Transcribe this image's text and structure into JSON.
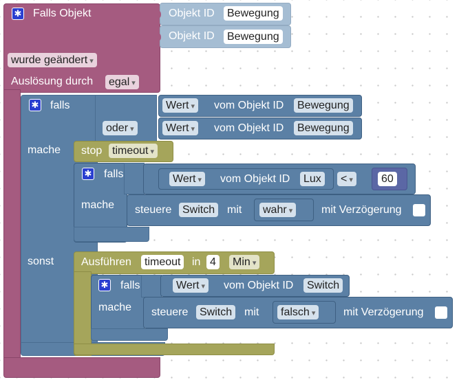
{
  "trigger": {
    "label": "Falls Objekt",
    "object_label_1": "Objekt ID",
    "object_value_1": "Bewegung",
    "object_label_2": "Objekt ID",
    "object_value_2": "Bewegung",
    "change_mode": "wurde geändert",
    "trigger_label": "Auslösung durch",
    "trigger_value": "egal"
  },
  "if1": {
    "label": "falls",
    "cond1_prop": "Wert",
    "cond1_text": "vom Objekt ID",
    "cond1_obj": "Bewegung",
    "or_op": "oder",
    "cond2_prop": "Wert",
    "cond2_text": "vom Objekt ID",
    "cond2_obj": "Bewegung",
    "do_label": "mache",
    "else_label": "sonst"
  },
  "stop": {
    "label": "stop",
    "timeout": "timeout"
  },
  "if2": {
    "label": "falls",
    "prop": "Wert",
    "text": "vom Objekt ID",
    "obj": "Lux",
    "op": "<",
    "value": "60",
    "do_label": "mache",
    "set_label": "steuere",
    "set_obj": "Switch",
    "with_label": "mit",
    "set_value": "wahr",
    "delay_label": "mit Verzögerung"
  },
  "timer": {
    "label": "Ausführen",
    "timeout": "timeout",
    "in_label": "in",
    "amount": "4",
    "unit": "Min"
  },
  "if3": {
    "label": "falls",
    "prop": "Wert",
    "text": "vom Objekt ID",
    "obj": "Switch",
    "do_label": "mache",
    "set_label": "steuere",
    "set_obj": "Switch",
    "with_label": "mit",
    "set_value": "falsch",
    "delay_label": "mit Verzögerung"
  },
  "colors": {
    "trigger": "#a55b80",
    "logic": "#5b80a5",
    "timer": "#a5a55b",
    "object": "#a5bdd3",
    "gear": "#2a3fd0"
  }
}
